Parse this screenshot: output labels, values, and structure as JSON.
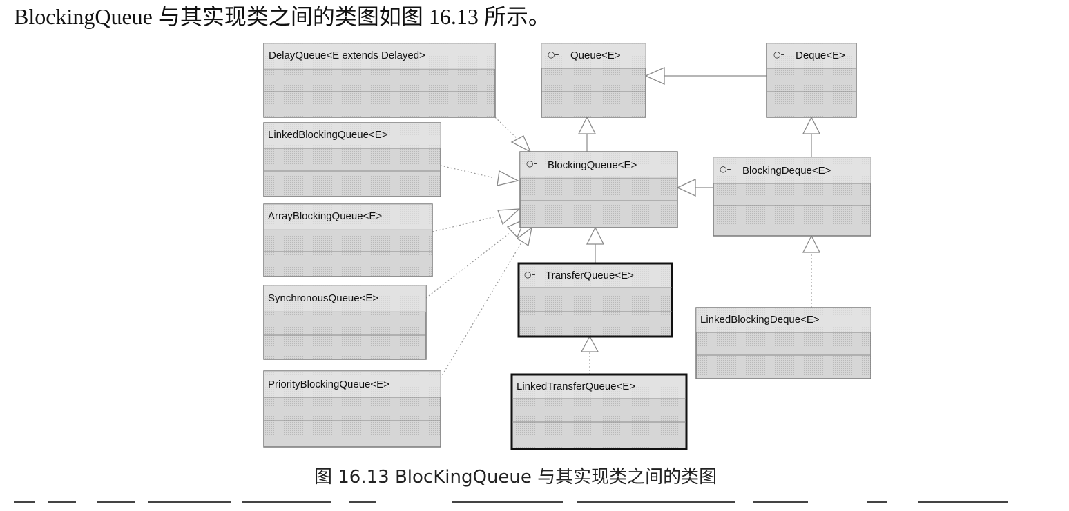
{
  "intro_text": "BlockingQueue 与其实现类之间的类图如图 16.13 所示。",
  "caption_text": "图 16.13    BlocKingQueue 与其实现类之间的类图",
  "interface_marker": "○–",
  "colors": {
    "box_fill": "#d3d3d3",
    "box_border": "#7a7a7a",
    "highlight_border": "#111111",
    "arrow": "#8a8a8a"
  },
  "classes": {
    "delay_queue": "DelayQueue<E extends Delayed>",
    "linked_blocking_queue": "LinkedBlockingQueue<E>",
    "array_blocking_queue": "ArrayBlockingQueue<E>",
    "synchronous_queue": "SynchronousQueue<E>",
    "priority_blocking_queue": "PriorityBlockingQueue<E>",
    "queue": "Queue<E>",
    "deque": "Deque<E>",
    "blocking_queue": "BlockingQueue<E>",
    "blocking_deque": "BlockingDeque<E>",
    "transfer_queue": "TransferQueue<E>",
    "linked_blocking_deque": "LinkedBlockingDeque<E>",
    "linked_transfer_queue": "LinkedTransferQueue<E>"
  },
  "relationships": [
    {
      "from": "Deque<E>",
      "to": "Queue<E>",
      "kind": "extends"
    },
    {
      "from": "BlockingQueue<E>",
      "to": "Queue<E>",
      "kind": "extends"
    },
    {
      "from": "BlockingDeque<E>",
      "to": "Deque<E>",
      "kind": "extends"
    },
    {
      "from": "BlockingDeque<E>",
      "to": "BlockingQueue<E>",
      "kind": "extends"
    },
    {
      "from": "TransferQueue<E>",
      "to": "BlockingQueue<E>",
      "kind": "extends"
    },
    {
      "from": "DelayQueue<E extends Delayed>",
      "to": "BlockingQueue<E>",
      "kind": "implements"
    },
    {
      "from": "LinkedBlockingQueue<E>",
      "to": "BlockingQueue<E>",
      "kind": "implements"
    },
    {
      "from": "ArrayBlockingQueue<E>",
      "to": "BlockingQueue<E>",
      "kind": "implements"
    },
    {
      "from": "SynchronousQueue<E>",
      "to": "BlockingQueue<E>",
      "kind": "implements"
    },
    {
      "from": "PriorityBlockingQueue<E>",
      "to": "BlockingQueue<E>",
      "kind": "implements"
    },
    {
      "from": "LinkedBlockingDeque<E>",
      "to": "BlockingDeque<E>",
      "kind": "implements"
    },
    {
      "from": "LinkedTransferQueue<E>",
      "to": "TransferQueue<E>",
      "kind": "implements"
    }
  ]
}
